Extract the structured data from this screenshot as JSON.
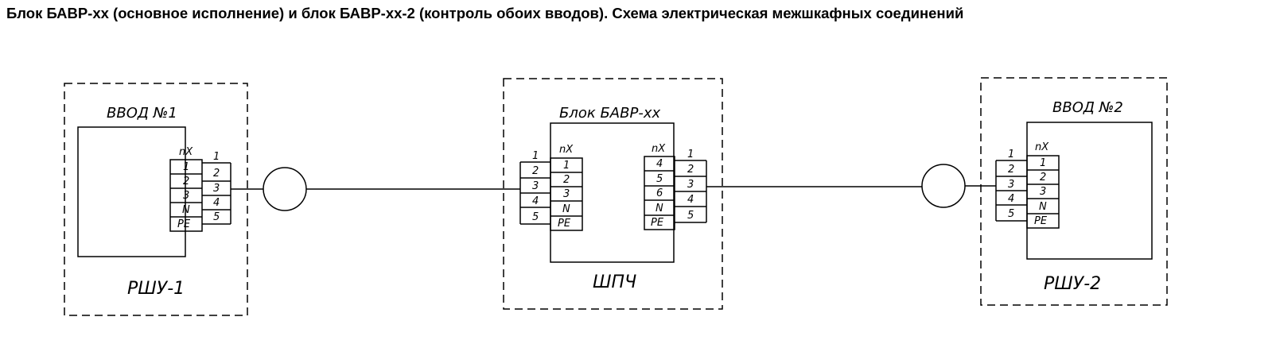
{
  "title": "Блок БАВР-хх (основное исполнение) и блок БАВР-хх-2 (контроль обоих вводов). Схема электрическая межшкафных соединений",
  "cabinets": {
    "left": {
      "label": "РШУ-1",
      "device_label": "ВВОД №1",
      "terminal_header": "nX",
      "terminals": [
        "1",
        "2",
        "3",
        "N",
        "PE"
      ],
      "cable_numbers": [
        "1",
        "2",
        "3",
        "4",
        "5"
      ]
    },
    "center": {
      "label": "ШПЧ",
      "device_label": "Блок БАВР-хх",
      "left_strip": {
        "header": "nX",
        "terminals": [
          "1",
          "2",
          "3",
          "N",
          "PE"
        ],
        "cable_numbers": [
          "1",
          "2",
          "3",
          "4",
          "5"
        ]
      },
      "right_strip": {
        "header": "nX",
        "terminals": [
          "4",
          "5",
          "6",
          "N",
          "PE"
        ],
        "cable_numbers": [
          "1",
          "2",
          "3",
          "4",
          "5"
        ]
      }
    },
    "right": {
      "label": "РШУ-2",
      "device_label": "ВВОД №2",
      "terminal_header": "nX",
      "terminals": [
        "1",
        "2",
        "3",
        "N",
        "PE"
      ],
      "cable_numbers": [
        "1",
        "2",
        "3",
        "4",
        "5"
      ]
    }
  }
}
